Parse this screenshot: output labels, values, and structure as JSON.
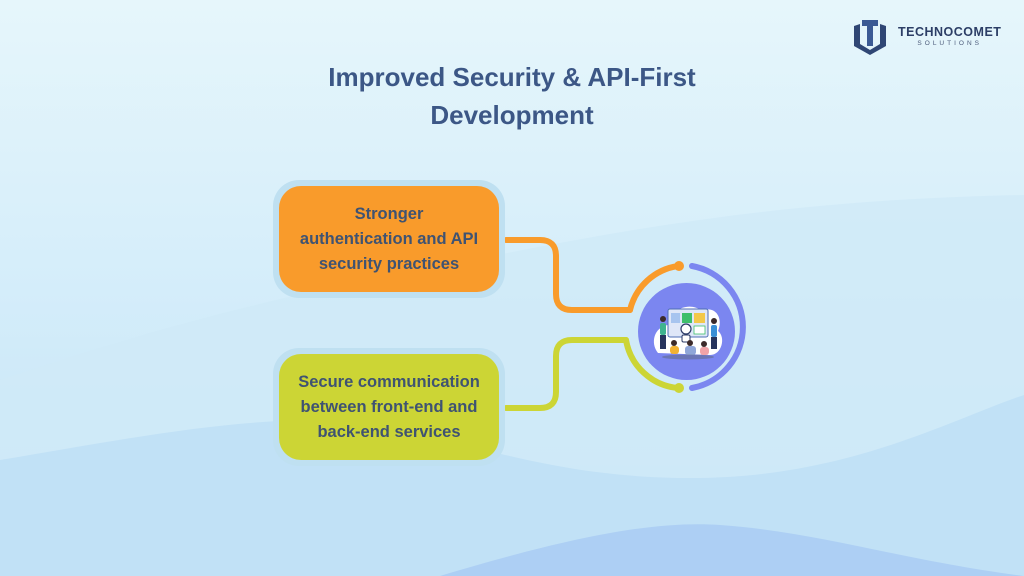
{
  "brand": {
    "name": "TECHNOCOMET",
    "tagline": "SOLUTIONS",
    "color": "#2c3e66"
  },
  "title": {
    "line1": "Improved Security & API-First",
    "line2": "Development",
    "color": "#3c5786"
  },
  "cards": [
    {
      "label": "Stronger authentication and API security practices",
      "lines": [
        "Stronger",
        "authentication and API",
        "security practices"
      ],
      "color": "#f99b2b"
    },
    {
      "label": "Secure communication between front-end and back-end services",
      "lines": [
        "Secure communication",
        "between front-end and",
        "back-end services"
      ],
      "color": "#ccd535"
    }
  ],
  "hub": {
    "icon": "team-collaboration-illustration",
    "fill": "#7b86f0",
    "ring_color": "#7b86f0"
  },
  "connectors": {
    "top_color": "#f99b2b",
    "bottom_color": "#ccd535"
  }
}
